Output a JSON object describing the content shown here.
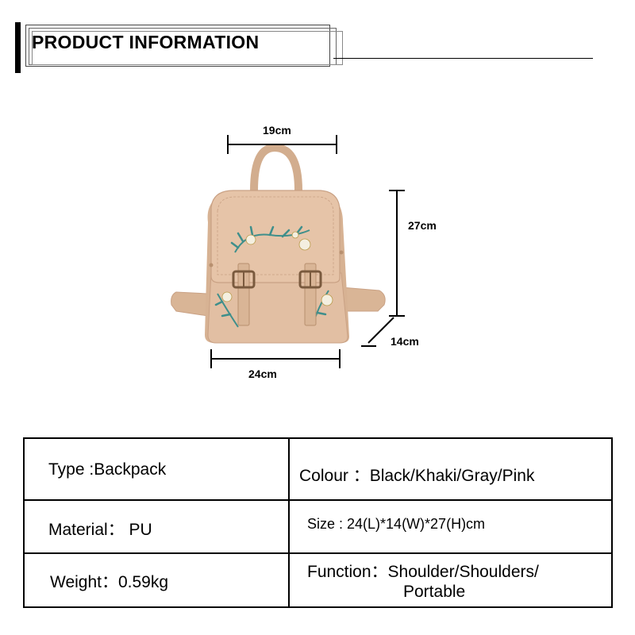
{
  "header": {
    "title": "PRODUCT INFORMATION"
  },
  "dimensions": {
    "top_width": "19cm",
    "height": "27cm",
    "depth": "14cm",
    "bottom_width": "24cm"
  },
  "colors": {
    "bag_main": "#e2bfa3",
    "bag_shadow": "#c9a184",
    "bag_dark": "#b8906f",
    "buckle": "#7a5a3e",
    "leaf": "#3f8f8b",
    "flower": "#f4efe0"
  },
  "spec_table": {
    "type": "Type :Backpack",
    "colour": "Colour ：Black/Khaki/Gray/Pink",
    "material": "Material： PU",
    "size": "Size : 24(L)*14(W)*27(H)cm",
    "weight": "Weight：0.59kg",
    "function_line1": "Function：Shoulder/Shoulders/",
    "function_line2": "Portable"
  }
}
